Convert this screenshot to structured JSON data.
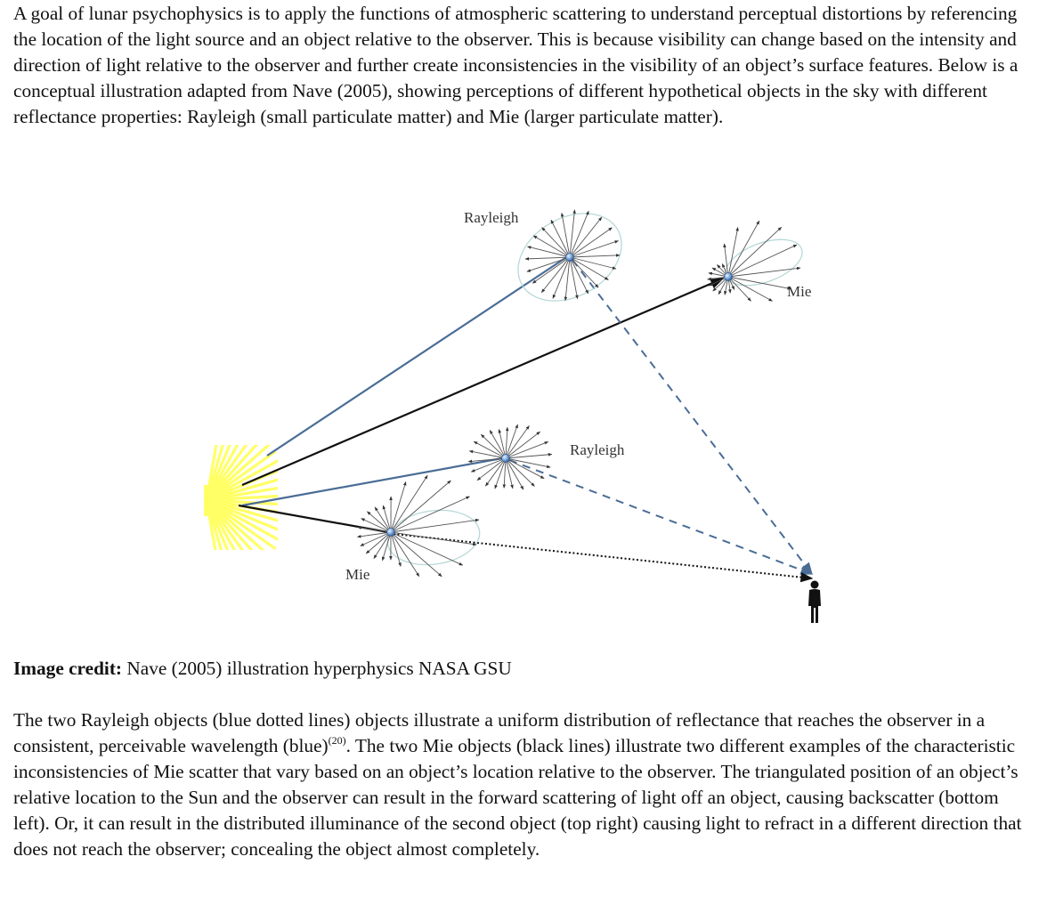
{
  "intro_text": "A goal of lunar psychophysics is to apply the functions of atmospheric scattering to understand perceptual distortions by referencing the location of the light source and an object relative to the observer. This is because visibility can change based on the intensity and direction of light relative to the observer and further create inconsistencies in the visibility of an object’s surface features. Below is a conceptual illustration adapted from Nave (2005), showing perceptions of different hypothetical objects in the sky with different reflectance properties: Rayleigh (small particulate matter) and Mie (larger particulate matter).",
  "figure": {
    "labels": {
      "rayleigh_top": "Rayleigh",
      "mie_top_right": "Mie",
      "rayleigh_middle": "Rayleigh",
      "mie_bottom_left": "Mie"
    },
    "colors": {
      "sun": "#ffff66",
      "rayleigh_line": "#4a6d96",
      "mie_line": "#111111",
      "scatter_outline": "#b8d8d8",
      "particle": "#6f9fd8"
    },
    "icons": [
      "sun-icon",
      "observer-silhouette-icon"
    ]
  },
  "credit": {
    "label": "Image credit:",
    "text": " Nave (2005) illustration hyperphysics NASA GSU"
  },
  "body": {
    "text_before_citation": "The two Rayleigh objects (blue dotted lines) objects illustrate a uniform distribution of reflectance that reaches the observer in a consistent, perceivable wavelength (blue)",
    "citation": "(20)",
    "text_after_citation": ". The two Mie objects (black lines) illustrate two different examples of the characteristic inconsistencies of Mie scatter that vary based on an object’s location relative to the observer. The triangulated position of an object’s relative location to the Sun and the observer can result in the forward scattering of light off an object, causing backscatter (bottom left). Or, it can result in the distributed illuminance of the second object (top right) causing light to refract in a different direction that does not reach the observer; concealing the object almost completely."
  }
}
